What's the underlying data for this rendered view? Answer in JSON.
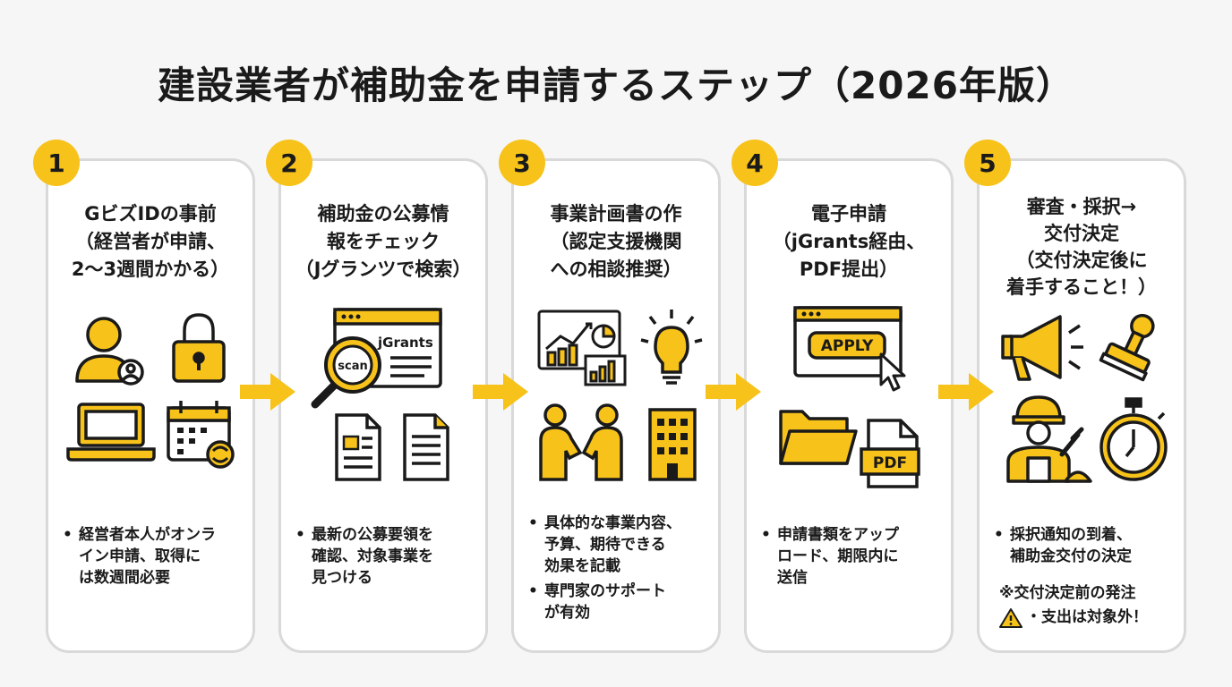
{
  "title": "建設業者が補助金を申請するステップ（2026年版）",
  "colors": {
    "accent": "#f7c21a",
    "ink": "#1a1a1a",
    "border": "#d9d9d9"
  },
  "steps": [
    {
      "number": "1",
      "heading": [
        "GビズIDの事前",
        "（経営者が申請、",
        "2〜3週間かかる）"
      ],
      "icons": [
        "person-icon",
        "padlock-icon",
        "laptop-icon",
        "calendar-icon"
      ],
      "bullets": [
        [
          "経営者本人がオンラ",
          "イン申請、取得に",
          "は数週間必要"
        ]
      ]
    },
    {
      "number": "2",
      "heading": [
        "補助金の公募情",
        "報をチェック",
        "（Jグランツで検索）"
      ],
      "icons": [
        "browser-window-icon",
        "magnifier-icon",
        "document-icon",
        "document-icon"
      ],
      "browser_text": "jGrants",
      "magnifier_text": "scan",
      "bullets": [
        [
          "最新の公募要領を",
          "確認、対象事業を",
          "見つける"
        ]
      ]
    },
    {
      "number": "3",
      "heading": [
        "事業計画書の作",
        "（認定支援機関",
        "への相談推奨）"
      ],
      "icons": [
        "chart-icon",
        "lightbulb-icon",
        "handshake-icon",
        "building-icon"
      ],
      "bullets": [
        [
          "具体的な事業内容、",
          "予算、期待できる",
          "効果を記載"
        ],
        [
          "専門家のサポート",
          "が有効"
        ]
      ]
    },
    {
      "number": "4",
      "heading": [
        "電子申請",
        "（jGrants経由、",
        "PDF提出）"
      ],
      "icons": [
        "browser-window-icon",
        "cursor-icon",
        "folder-icon",
        "pdf-file-icon"
      ],
      "apply_text": "APPLY",
      "pdf_text": "PDF",
      "bullets": [
        [
          "申請書類をアップ",
          "ロード、期限内に",
          "送信"
        ]
      ]
    },
    {
      "number": "5",
      "heading": [
        "審査・採択→",
        "交付決定",
        "（交付決定後に",
        "着手すること！）"
      ],
      "icons": [
        "megaphone-icon",
        "stamp-icon",
        "construction-worker-icon",
        "stopwatch-icon"
      ],
      "bullets": [
        [
          "採択通知の到着、",
          "補助金交付の決定"
        ]
      ],
      "note": [
        "※交付決定前の発注",
        "・支出は対象外！"
      ]
    }
  ]
}
